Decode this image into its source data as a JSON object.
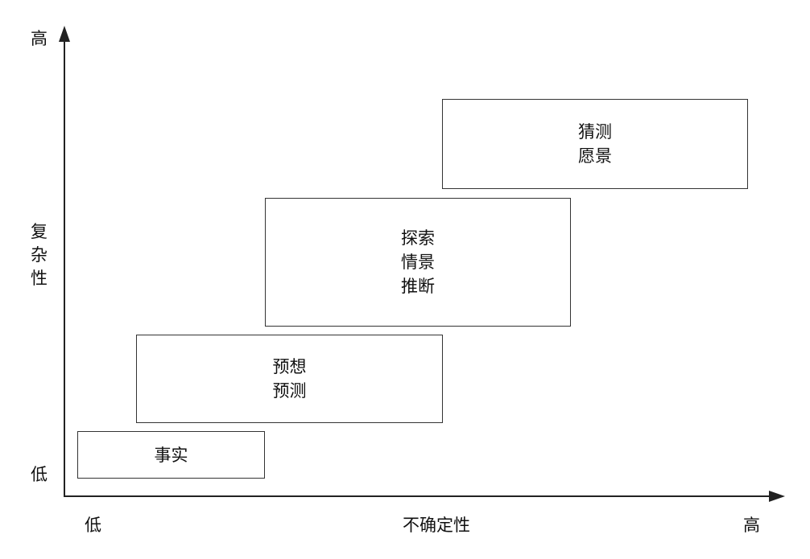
{
  "y_axis": {
    "high_label": "高",
    "title": "复杂性",
    "low_label": "低"
  },
  "x_axis": {
    "low_label": "低",
    "title": "不确定性",
    "high_label": "高"
  },
  "boxes": [
    {
      "id": "facts",
      "lines": [
        "事实"
      ]
    },
    {
      "id": "forecasts",
      "lines": [
        "预想",
        "预测"
      ]
    },
    {
      "id": "scenarios",
      "lines": [
        "探索",
        "情景",
        "推断"
      ]
    },
    {
      "id": "visions",
      "lines": [
        "猜测",
        "愿景"
      ]
    }
  ]
}
